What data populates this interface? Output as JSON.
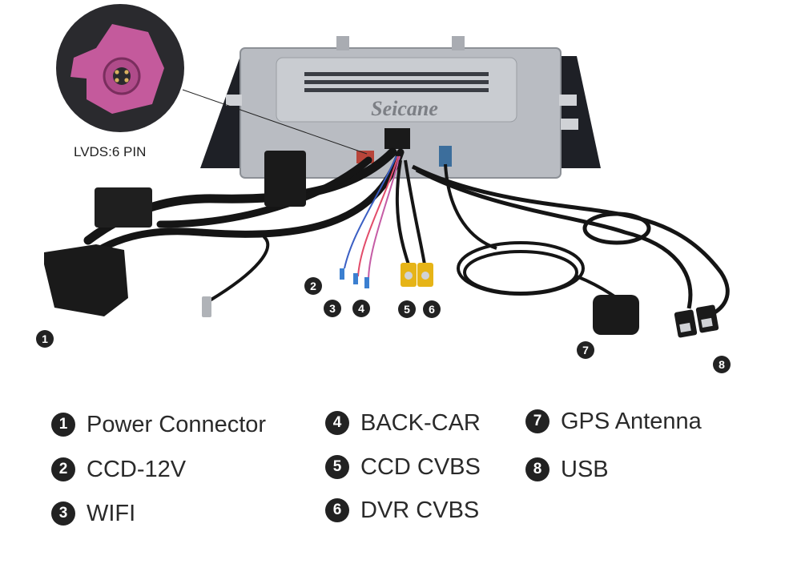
{
  "inset": {
    "label": "LVDS:6 PIN"
  },
  "brand": {
    "name": "Seicane"
  },
  "callouts": [
    "1",
    "2",
    "3",
    "4",
    "5",
    "6",
    "7",
    "8"
  ],
  "legend": [
    {
      "number": "1",
      "label": "Power Connector"
    },
    {
      "number": "2",
      "label": "CCD-12V"
    },
    {
      "number": "3",
      "label": "WIFI"
    },
    {
      "number": "4",
      "label": "BACK-CAR"
    },
    {
      "number": "5",
      "label": "CCD CVBS"
    },
    {
      "number": "6",
      "label": "DVR CVBS"
    },
    {
      "number": "7",
      "label": "GPS Antenna"
    },
    {
      "number": "8",
      "label": "USB"
    }
  ]
}
